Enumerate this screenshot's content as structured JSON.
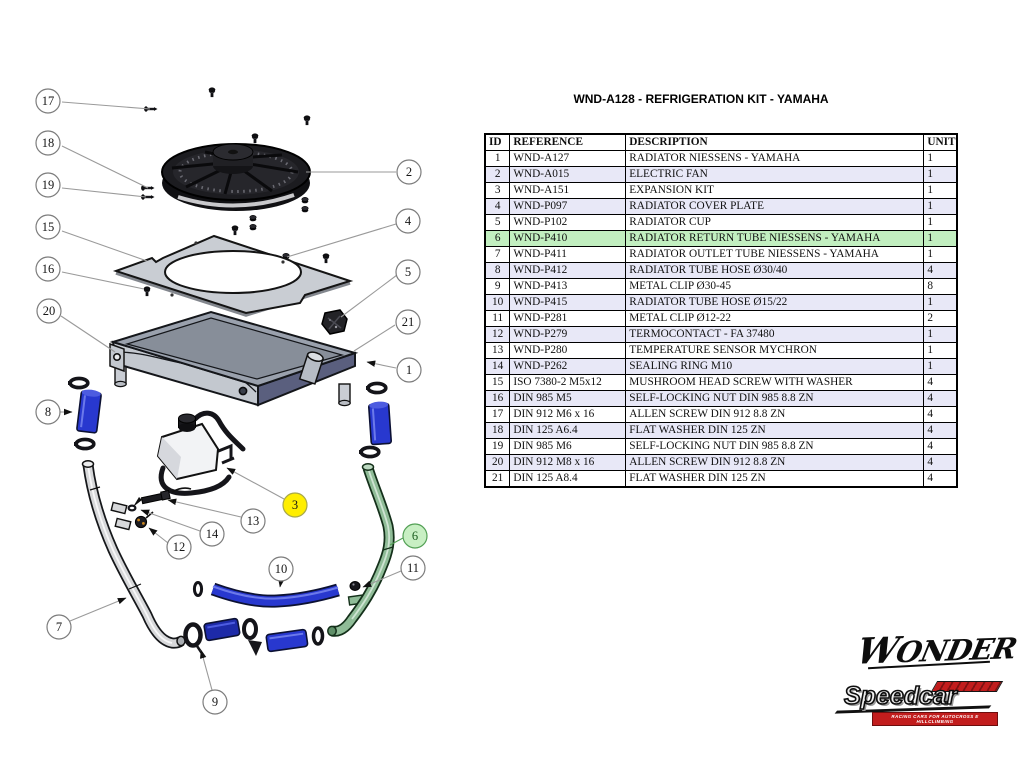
{
  "page": {
    "title": "WND-A128 - REFRIGERATION KIT - YAMAHA"
  },
  "table": {
    "headers": [
      "ID",
      "REFERENCE",
      "DESCRIPTION",
      "UNITS."
    ],
    "highlighted_id": "6",
    "rows": [
      {
        "id": "1",
        "reference": "WND-A127",
        "description": "RADIATOR NIESSENS - YAMAHA",
        "units": "1"
      },
      {
        "id": "2",
        "reference": "WND-A015",
        "description": "ELECTRIC FAN",
        "units": "1"
      },
      {
        "id": "3",
        "reference": "WND-A151",
        "description": "EXPANSION KIT",
        "units": "1"
      },
      {
        "id": "4",
        "reference": "WND-P097",
        "description": "RADIATOR COVER PLATE",
        "units": "1"
      },
      {
        "id": "5",
        "reference": "WND-P102",
        "description": "RADIATOR CUP",
        "units": "1"
      },
      {
        "id": "6",
        "reference": "WND-P410",
        "description": "RADIATOR RETURN TUBE NIESSENS - YAMAHA",
        "units": "1"
      },
      {
        "id": "7",
        "reference": "WND-P411",
        "description": "RADIATOR OUTLET TUBE NIESSENS - YAMAHA",
        "units": "1"
      },
      {
        "id": "8",
        "reference": "WND-P412",
        "description": "RADIATOR TUBE HOSE Ø30/40",
        "units": "4"
      },
      {
        "id": "9",
        "reference": "WND-P413",
        "description": "METAL CLIP Ø30-45",
        "units": "8"
      },
      {
        "id": "10",
        "reference": "WND-P415",
        "description": "RADIATOR TUBE HOSE Ø15/22",
        "units": "1"
      },
      {
        "id": "11",
        "reference": "WND-P281",
        "description": "METAL CLIP Ø12-22",
        "units": "2"
      },
      {
        "id": "12",
        "reference": "WND-P279",
        "description": "TERMOCONTACT - FA 37480",
        "units": "1"
      },
      {
        "id": "13",
        "reference": "WND-P280",
        "description": "TEMPERATURE SENSOR MYCHRON",
        "units": "1"
      },
      {
        "id": "14",
        "reference": "WND-P262",
        "description": "SEALING RING M10",
        "units": "1"
      },
      {
        "id": "15",
        "reference": "ISO 7380-2 M5x12",
        "description": "MUSHROOM HEAD SCREW WITH WASHER",
        "units": "4"
      },
      {
        "id": "16",
        "reference": "DIN 985 M5",
        "description": "SELF-LOCKING NUT DIN 985 8.8 ZN",
        "units": "4"
      },
      {
        "id": "17",
        "reference": "DIN 912 M6 x 16",
        "description": "ALLEN SCREW DIN 912 8.8 ZN",
        "units": "4"
      },
      {
        "id": "18",
        "reference": "DIN 125 A6.4",
        "description": "FLAT WASHER DIN 125 ZN",
        "units": "4"
      },
      {
        "id": "19",
        "reference": "DIN 985 M6",
        "description": "SELF-LOCKING NUT DIN 985 8.8 ZN",
        "units": "4"
      },
      {
        "id": "20",
        "reference": "DIN 912 M8 x 16",
        "description": "ALLEN SCREW DIN 912 8.8 ZN",
        "units": "4"
      },
      {
        "id": "21",
        "reference": "DIN 125 A8.4",
        "description": "FLAT WASHER DIN 125 ZN",
        "units": "4"
      }
    ]
  },
  "diagram": {
    "callouts": [
      "1",
      "2",
      "3",
      "4",
      "5",
      "6",
      "7",
      "8",
      "9",
      "10",
      "11",
      "12",
      "13",
      "14",
      "15",
      "16",
      "17",
      "18",
      "19",
      "20",
      "21"
    ],
    "highlights": {
      "yellow_callout": "3",
      "green_callout": "6"
    },
    "colors": {
      "hose_blue": "#2838cf",
      "tube_green": "#8fbc97",
      "tube_silver": "#d7d8da",
      "highlight_yellow": "#ffee00",
      "highlight_green": "#c8efc3",
      "row_alt": "#e8e8f7",
      "row_highlight": "#c2efc0"
    }
  },
  "logos": {
    "wonder": "WONDER",
    "speedcar": "Speedcar",
    "speedcar_tagline": "RACING CARS FOR AUTOCROSS E HILLCLIMBING"
  }
}
